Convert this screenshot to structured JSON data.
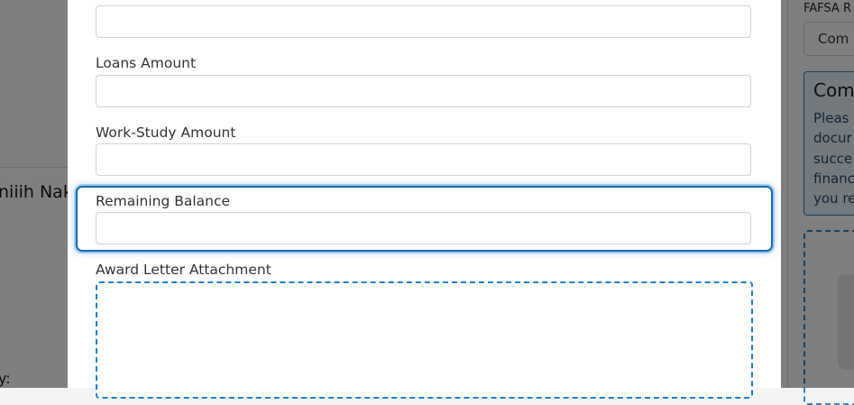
{
  "background": {
    "left_text": "niiih Nak",
    "left_colon": "y:",
    "right_label": "FAFSA R",
    "right_select_value": "Com",
    "right_box_title": "Com",
    "right_box_lines": [
      "Pleas",
      "docur",
      "succe",
      "financ",
      "you re"
    ]
  },
  "form": {
    "fields": [
      {
        "label": "Loans Amount",
        "value": ""
      },
      {
        "label": "Work-Study Amount",
        "value": ""
      },
      {
        "label": "Remaining Balance",
        "value": ""
      }
    ],
    "attachment_label": "Award Letter Attachment"
  },
  "colors": {
    "overlay": "rgba(0,0,0,0.5)",
    "focus_ring": "#1769aa",
    "dropzone_border": "#1f7fc8"
  }
}
